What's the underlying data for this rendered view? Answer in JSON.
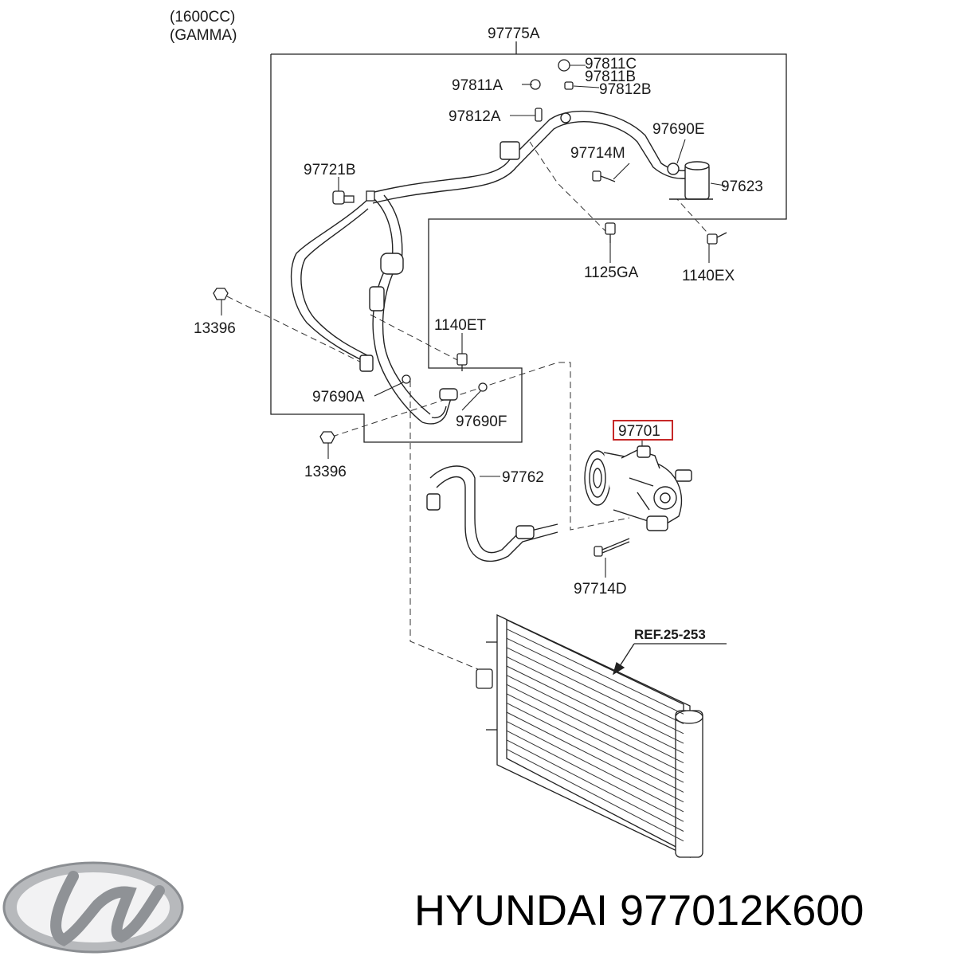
{
  "diagram": {
    "engine": [
      "(1600CC)",
      "(GAMMA)"
    ],
    "parts": {
      "assembly_hose": "97775A",
      "cap_c": "97811C",
      "cap_b": "97811B",
      "cap_a": "97811A",
      "valve_b": "97812B",
      "valve_a": "97812A",
      "oring_e": "97690E",
      "bolt_m": "97714M",
      "receiver": "97623",
      "switch": "97721B",
      "bolt_ga": "1125GA",
      "bolt_ex": "1140EX",
      "nut_left_top": "13396",
      "bolt_et": "1140ET",
      "oring_a": "97690A",
      "oring_f": "97690F",
      "nut_left_bottom": "13396",
      "compressor": "97701",
      "discharge_hose": "97762",
      "bolt_d": "97714D",
      "condenser_ref": "REF.25-253"
    },
    "highlight_color": "#c62828"
  },
  "footer": {
    "brand": "HYUNDAI",
    "part_number": "977012K600"
  }
}
